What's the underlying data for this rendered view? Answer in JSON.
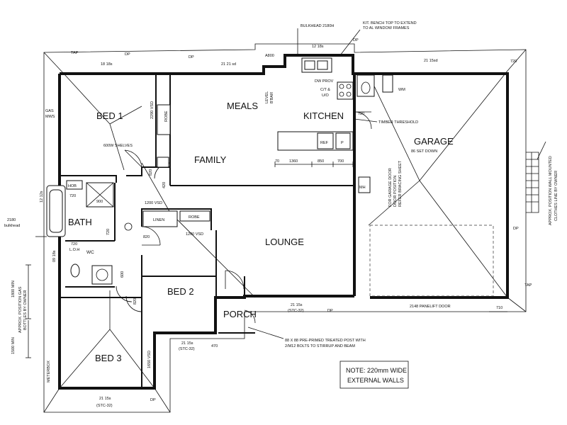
{
  "rooms": {
    "bed1": "BED 1",
    "meals": "MEALS",
    "kitchen": "KITCHEN",
    "family": "FAMILY",
    "garage": "GARAGE",
    "bath": "BATH",
    "wc": "WC",
    "lounge": "LOUNGE",
    "bed2": "BED 2",
    "porch": "PORCH",
    "bed3": "BED 3"
  },
  "labels": {
    "bulkhead_top": "BULKHEAD 2180H",
    "kit_bench_1": "KIT. BENCH TOP TO EXTEND",
    "kit_bench_2": "TO AL WINDOW FRAMES",
    "tap_tl": "TAP",
    "dp_top1": "DP",
    "win_bed1": "18 18s",
    "dp_top2": "DP",
    "win_family": "21 21 sd",
    "a_bench": "A800",
    "win_kitchen": "12 18s",
    "dp_top3": "DP",
    "win_garage_top": "21 15sd",
    "level_bar": "LEVEL",
    "level_bar2": "B'BAR",
    "dw_prov": "DW PROV",
    "ct_1": "C/T &",
    "ct_2": "U/O",
    "wm": "WM",
    "gas_1": "GAS",
    "gas_2": "MWS",
    "vsd_bed1": "2290 VSD",
    "robe_bed1": "ROBE",
    "shelves": "600W SHELVES",
    "timber": "TIMBER THRESHOLD",
    "ref": "REF",
    "p": "P",
    "dim_720a": "720",
    "dim_720b": "720",
    "dim_70": "70",
    "dim_1360": "1360",
    "dim_850": "850",
    "dim_700": "700",
    "garage_sub": "86 SET DOWN",
    "garage_door_1": "FOR GARAGE DOOR",
    "garage_door_2": "DOOR POSITION",
    "garage_door_3": "REFER BRACING SHEET",
    "mh": "MH",
    "hob": "HOB",
    "dim_720c": "720",
    "dim_900": "900",
    "win_1212": "12 12s",
    "bulkhead_side_1": "2180",
    "bulkhead_side_2": "bulkhead",
    "dim_820a": "820",
    "dim_420": "420",
    "vsd_lounge": "1200 VSD",
    "linen": "LINEN",
    "robe_bed2": "ROBE",
    "vsd_bed2": "1200 VSD",
    "dim_820b": "820",
    "dim_720d": "720",
    "dim_720e": "720",
    "loh": "L.O.H",
    "dim_600": "600",
    "dim_820c": "820",
    "win_0918": "09 18s",
    "dim_1800": "1800 MIN",
    "gas_pos_1": "APPROX. POSITION GAS",
    "gas_pos_2": "BOTTLES BY OWNER",
    "dim_1500": "1500 MIN",
    "win_2115_lounge": "21 15s",
    "stc_lounge": "(STC-32)",
    "dp_porch": "DP",
    "panelift": "2148 PANELIFT DOOR",
    "dim_710": "710",
    "tap_right": "TAP",
    "dp_right": "DP",
    "approx_wall_1": "APPROX. POSITION WALL MOUNTED",
    "approx_wall_2": "CLOTHES LINE BY OWNER",
    "post_1": "88 X 88 PRE-PRIMED TREATED POST WITH",
    "post_2": "2/M12 BOLTS TO STIRRUP AND BEAM",
    "win_bed2": "21 15s",
    "stc_bed2": "(STC-32)",
    "dim_470": "470",
    "vsd_bed3": "1650 VSD",
    "meterbox": "METERBOX",
    "win_bed3": "21 15s",
    "stc_bed3": "(STC-32)",
    "dp_bed3": "DP",
    "note_1": "NOTE: 220mm WIDE",
    "note_2": "EXTERNAL WALLS"
  }
}
